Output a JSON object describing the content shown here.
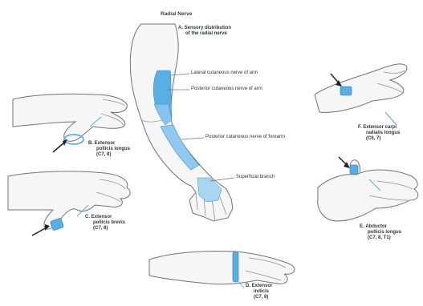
{
  "title": "Radial Nerve",
  "colors": {
    "nerve_blue": "#5aaee6",
    "skin_fill": "#f6f6f6",
    "outline": "#6f7478",
    "text": "#2f3437",
    "arrow": "#1f2326"
  },
  "panel_a": {
    "letter": "A.",
    "lines": [
      "Sensory distribution",
      "of the radial nerve"
    ]
  },
  "nerve_labels": {
    "lateral": "Lateral cutaneous nerve of arm",
    "posterior_arm": "Posterior cutaneous nerve of arm",
    "posterior_forearm": "Posterior cutaneous nerve of forearm",
    "superficial": "Superficial branch"
  },
  "panels": {
    "b": {
      "letter": "B.",
      "name_1": "Extensor",
      "name_2": "pollicis longus",
      "root": "(C7, 8)"
    },
    "c": {
      "letter": "C.",
      "name_1": "Extensor",
      "name_2": "pollicis brevis",
      "root": "(C7, 8)"
    },
    "d": {
      "letter": "D.",
      "name_1": "Extensor",
      "name_2": "indicis",
      "root": "(C7, 8)"
    },
    "e": {
      "letter": "E.",
      "name_1": "Abductor",
      "name_2": "pollicis longus",
      "root": "(C7, 8, T1)"
    },
    "f": {
      "letter": "F.",
      "name_1": "Extensor carpi",
      "name_2": "radialis longus",
      "root": "(C6, 7)"
    }
  }
}
